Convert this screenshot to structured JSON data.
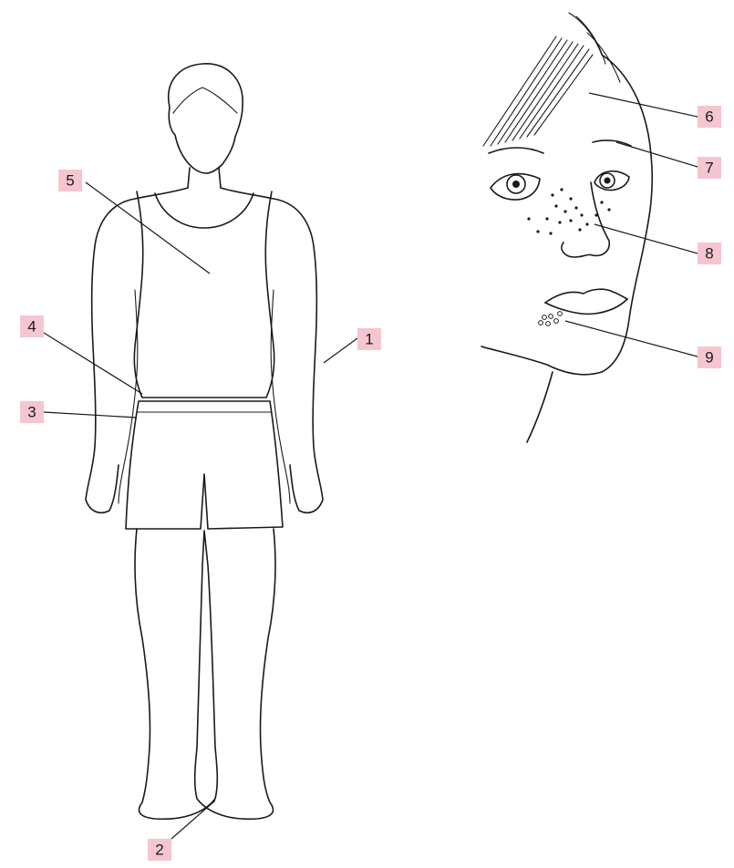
{
  "labels": [
    {
      "id": "1",
      "text": "1"
    },
    {
      "id": "2",
      "text": "2"
    },
    {
      "id": "3",
      "text": "3"
    },
    {
      "id": "4",
      "text": "4"
    },
    {
      "id": "5",
      "text": "5"
    },
    {
      "id": "6",
      "text": "6"
    },
    {
      "id": "7",
      "text": "7"
    },
    {
      "id": "8",
      "text": "8"
    },
    {
      "id": "9",
      "text": "9"
    }
  ],
  "colors": {
    "label_background": "#f5c6cf",
    "line": "#1a1a1a"
  }
}
